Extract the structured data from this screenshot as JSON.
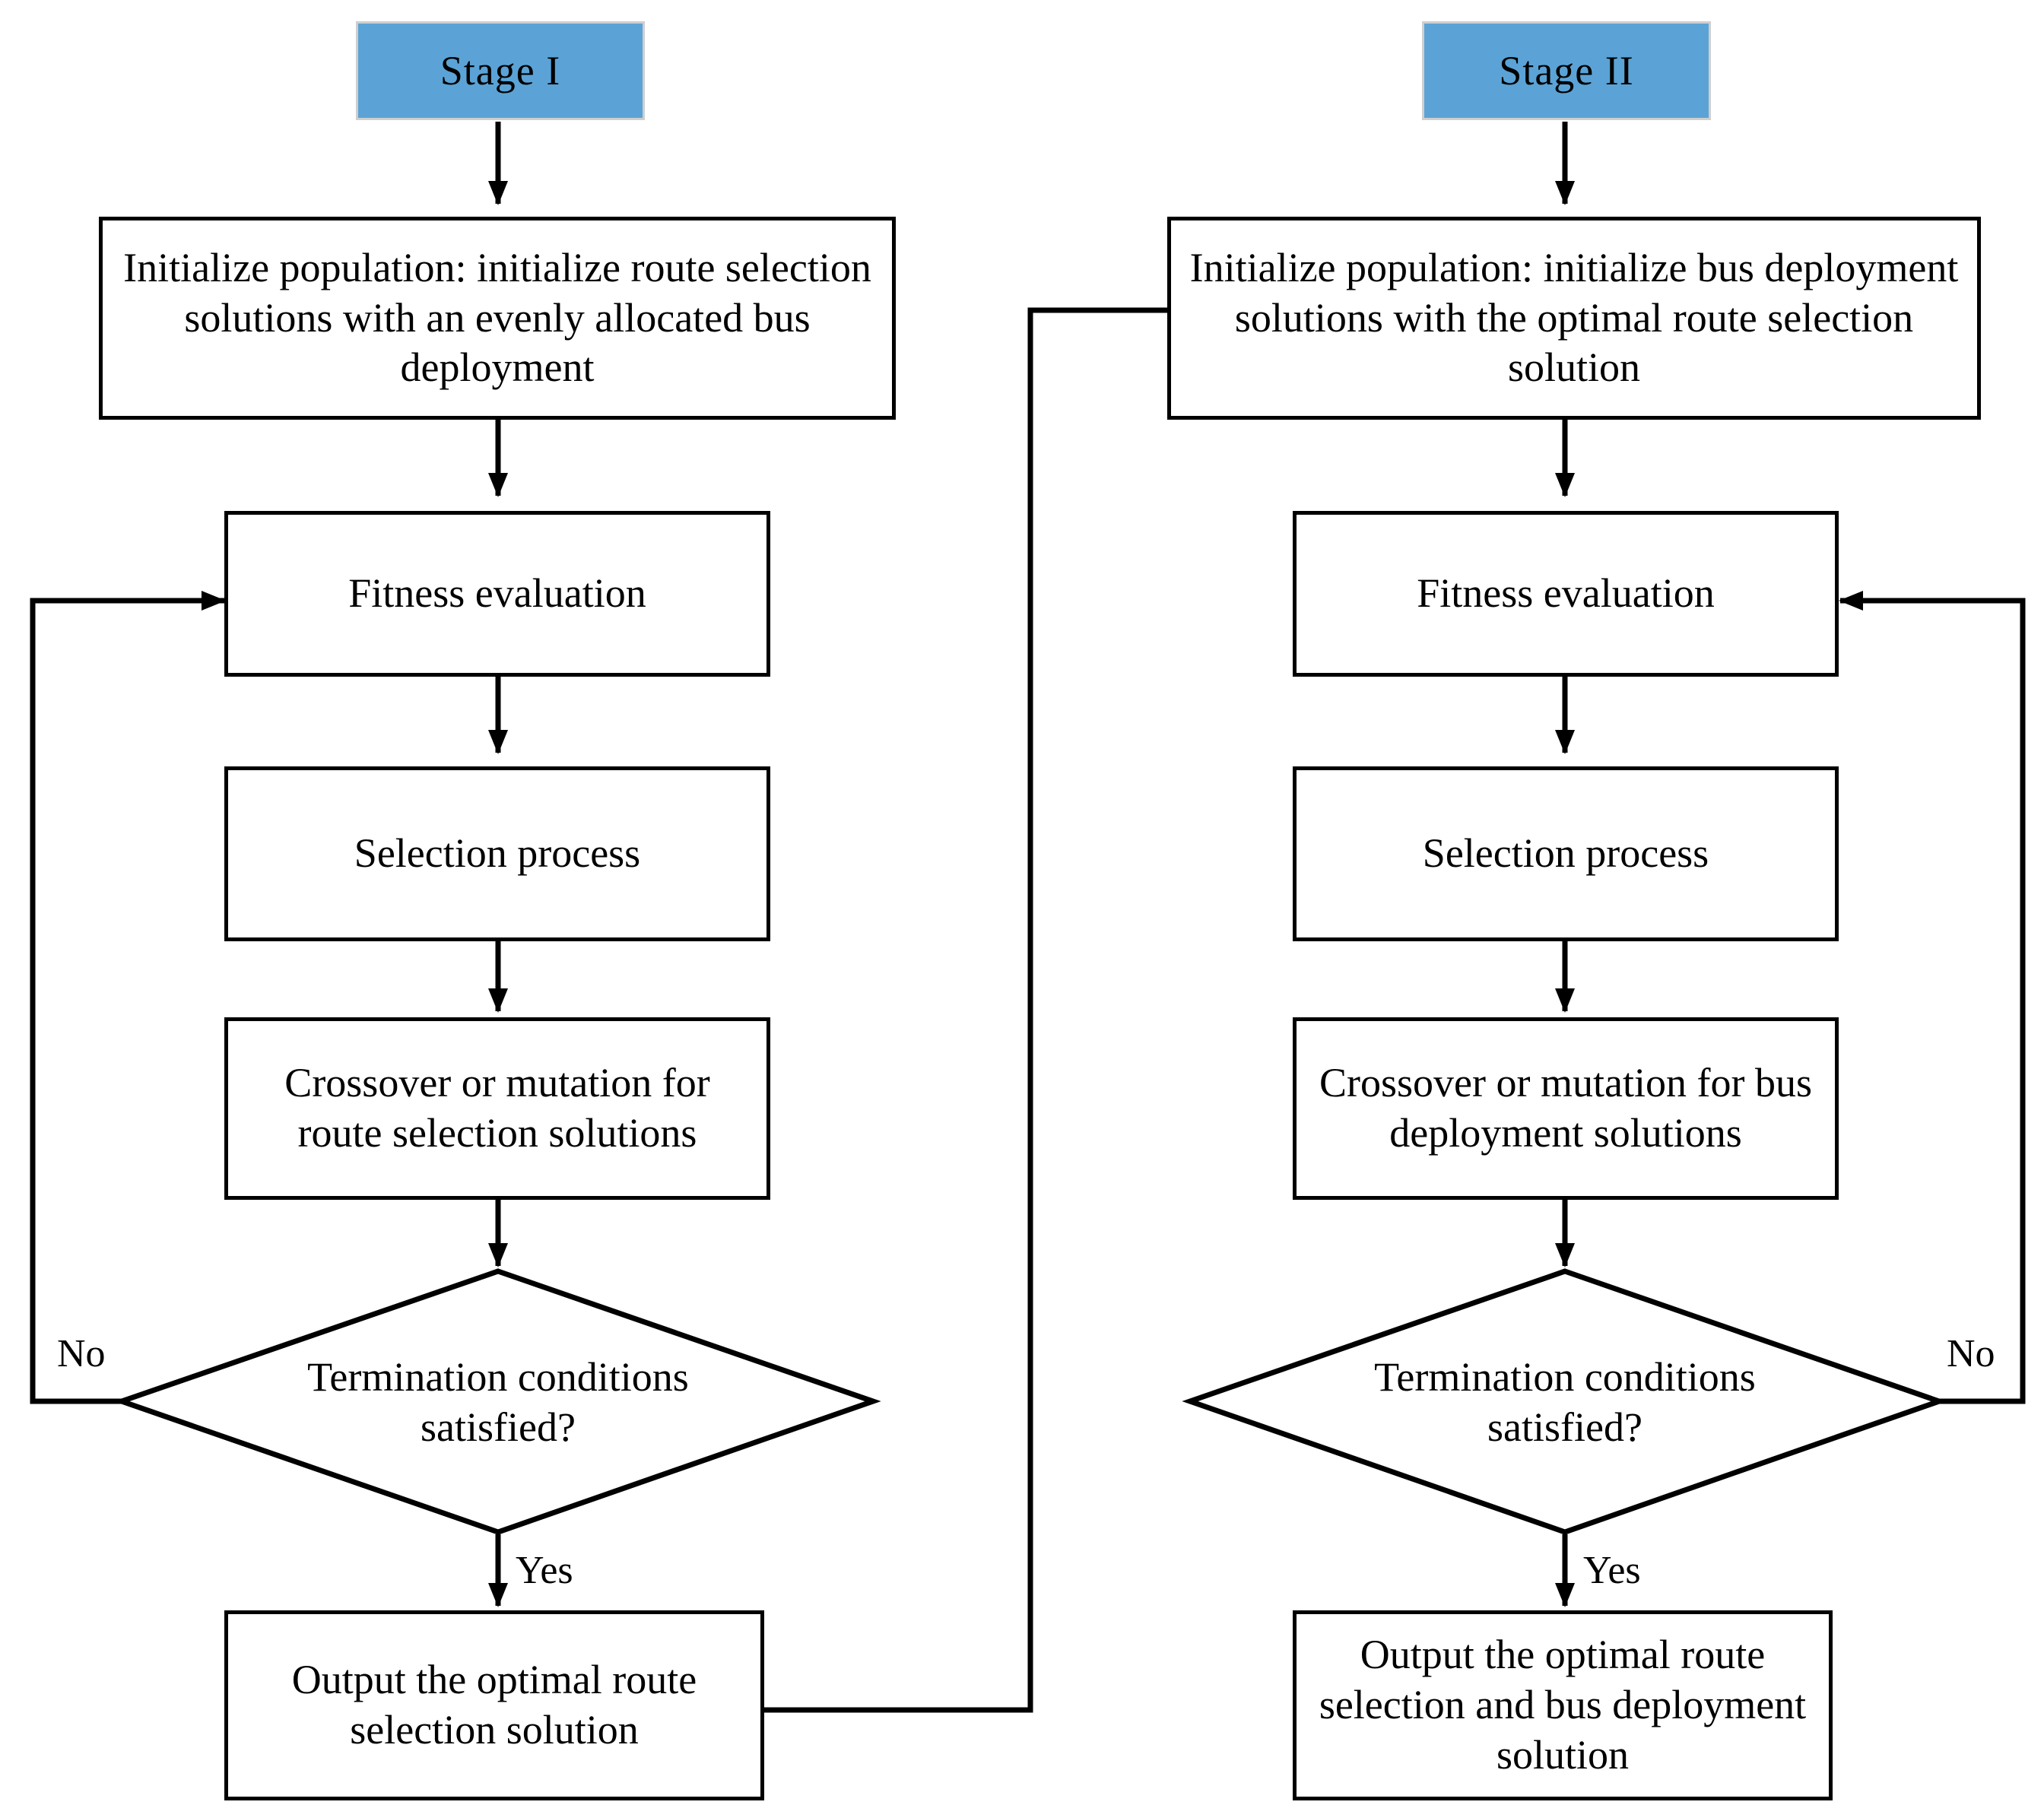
{
  "diagram": {
    "title": "Two-stage genetic algorithm flowchart",
    "colors": {
      "stage_header_fill": "#5ba3d6",
      "stage_header_border": "#cfcfcf",
      "node_border": "#000000",
      "node_fill": "#ffffff",
      "arrow": "#000000"
    }
  },
  "stage1": {
    "header": "Stage I",
    "initialize": "Initialize population: initialize route selection solutions with an evenly allocated bus deployment",
    "fitness": "Fitness evaluation",
    "selection": "Selection process",
    "crossover": "Crossover or mutation for route selection solutions",
    "decision": "Termination conditions satisfied?",
    "output": "Output the optimal route selection solution",
    "label_no": "No",
    "label_yes": "Yes"
  },
  "stage2": {
    "header_prefix": "Stage",
    "header_roman": "II",
    "header": "Stage  II",
    "initialize": "Initialize population: initialize bus deployment solutions with the optimal route selection solution",
    "fitness": "Fitness evaluation",
    "selection": "Selection process",
    "crossover": "Crossover or mutation for bus deployment solutions",
    "decision": "Termination conditions satisfied?",
    "output": "Output the optimal route selection and bus deployment solution",
    "label_no": "No",
    "label_yes": "Yes"
  }
}
